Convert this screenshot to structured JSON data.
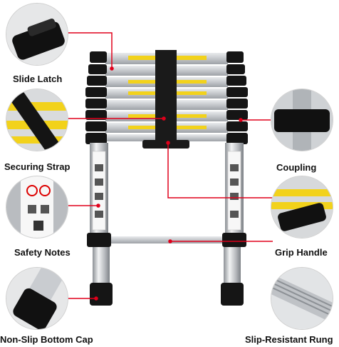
{
  "callouts": {
    "slide_latch": "Slide Latch",
    "securing_strap": "Securing Strap",
    "safety_notes": "Safety Notes",
    "non_slip_bottom_cap": "Non-Slip Bottom Cap",
    "coupling": "Coupling",
    "grip_handle": "Grip Handle",
    "slip_resistant_rung": "Slip-Resistant Rung"
  },
  "colors": {
    "leader_line": "#e0001b",
    "rung_label": "#f2d21b",
    "cap": "#141414",
    "aluminum": "#c9ccd0"
  },
  "icons": [
    "slide-latch-icon",
    "strap-icon",
    "safety-sticker-icon",
    "bottom-cap-icon",
    "coupling-icon",
    "grip-handle-icon",
    "rung-icon"
  ]
}
